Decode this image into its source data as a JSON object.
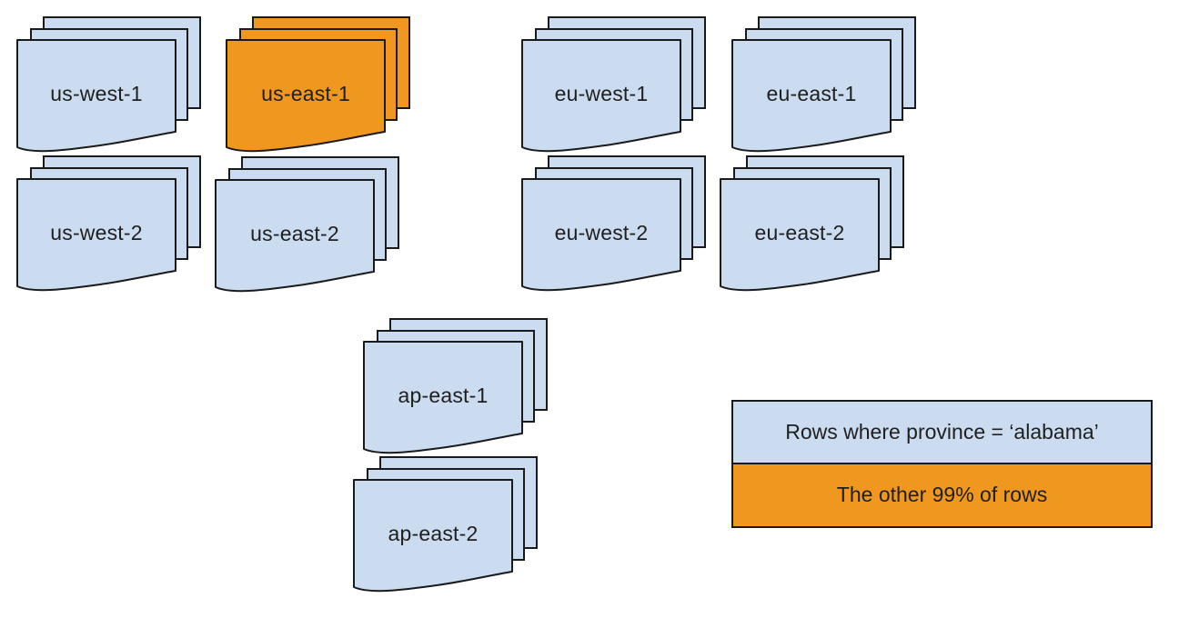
{
  "diagram": {
    "description": "Partitioned table rows distributed across region document stacks",
    "sheets_per_stack": 3
  },
  "colors": {
    "region_fill": "#cbdcf0",
    "highlight_fill": "#f0971f",
    "outline": "#1a1a1a",
    "text": "#1f1f1f",
    "background": "#ffffff"
  },
  "stacks": [
    {
      "label": "us-west-1",
      "highlighted": false
    },
    {
      "label": "us-east-1",
      "highlighted": true
    },
    {
      "label": "eu-west-1",
      "highlighted": false
    },
    {
      "label": "eu-east-1",
      "highlighted": false
    },
    {
      "label": "us-west-2",
      "highlighted": false
    },
    {
      "label": "us-east-2",
      "highlighted": false
    },
    {
      "label": "eu-west-2",
      "highlighted": false
    },
    {
      "label": "eu-east-2",
      "highlighted": false
    },
    {
      "label": "ap-east-1",
      "highlighted": false
    },
    {
      "label": "ap-east-2",
      "highlighted": false
    }
  ],
  "legend": {
    "items": [
      {
        "label": "Rows where province = ‘alabama’",
        "swatch": "region_fill"
      },
      {
        "label": "The other 99% of rows",
        "swatch": "highlight_fill"
      }
    ]
  }
}
